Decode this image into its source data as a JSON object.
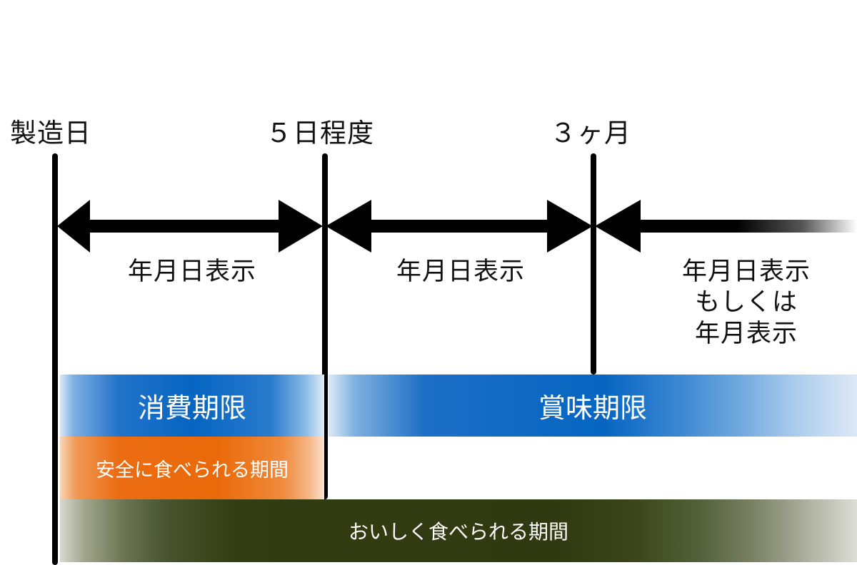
{
  "milestones": [
    {
      "label": "製造日"
    },
    {
      "label": "５日程度"
    },
    {
      "label": "３ヶ月"
    }
  ],
  "arrow_segments": [
    {
      "label_lines": [
        "年月日表示"
      ]
    },
    {
      "label_lines": [
        "年月日表示"
      ]
    },
    {
      "label_lines": [
        "年月日表示",
        "もしくは",
        "年月表示"
      ]
    }
  ],
  "bars": {
    "consumption_deadline": {
      "label": "消費期限",
      "color": "#0565c1"
    },
    "best_before": {
      "label": "賞味期限",
      "color": "#0565c1"
    },
    "safe_period": {
      "label": "安全に食べられる期間",
      "color": "#ea6a0a"
    },
    "tasty_period": {
      "label": "おいしく食べられる期間",
      "color": "#303a10"
    }
  }
}
